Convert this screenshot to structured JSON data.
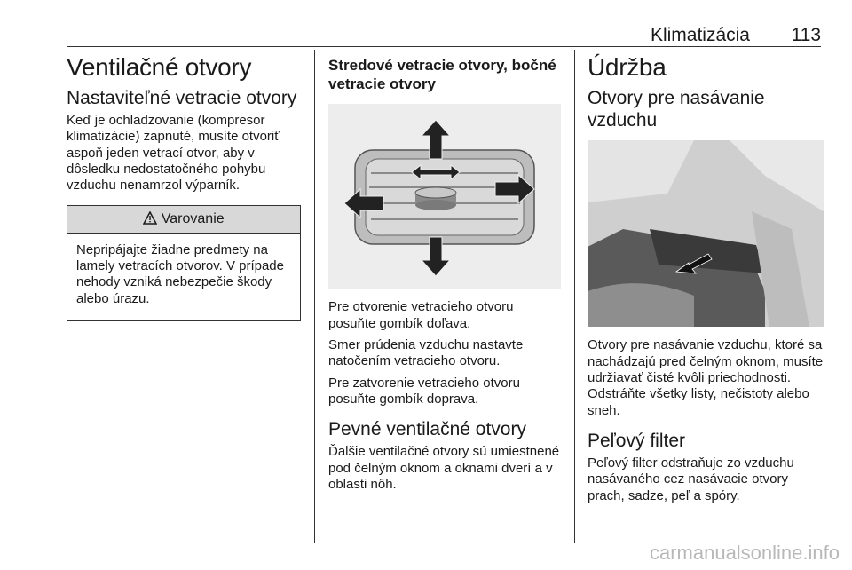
{
  "header": {
    "title": "Klimatizácia",
    "page_number": "113"
  },
  "col1": {
    "heading": "Ventilačné otvory",
    "subheading": "Nastaviteľné vetracie otvory",
    "intro": "Keď je ochladzovanie (kompresor klimatizácie) zapnuté, musíte otvoriť aspoň jeden vetrací otvor, aby v dôsledku nedostatočného pohybu vzduchu nenamrzol výparník.",
    "warning": {
      "icon": "warning-triangle-icon",
      "title": "Varovanie",
      "text": "Nepripájajte žiadne predmety na lamely vetracích otvorov. V prípade nehody vzniká nebezpečie škody alebo úrazu."
    }
  },
  "col2": {
    "heading": "Stredové vetracie otvory, bočné vetracie otvory",
    "p1": "Pre otvorenie vetracieho otvoru posuňte gombík doľava.",
    "p2": "Smer prúdenia vzduchu nastavte natočením vetracieho otvoru.",
    "p3": "Pre zatvorenie vetracieho otvoru posuňte gombík doprava.",
    "heading2": "Pevné ventilačné otvory",
    "p4": "Ďalšie ventilačné otvory sú umiestnené pod čelným oknom a oknami dverí a v oblasti nôh."
  },
  "col3": {
    "heading": "Údržba",
    "subheading": "Otvory pre nasávanie vzduchu",
    "p1": "Otvory pre nasávanie vzduchu, ktoré sa nachádzajú pred čelným oknom, musíte udržiavať čisté kvôli priechodnosti. Odstráňte všetky listy, nečistoty alebo sneh.",
    "heading2": "Peľový filter",
    "p2": "Peľový filter odstraňuje zo vzduchu nasávaného cez nasávacie otvory prach, sadze, peľ a spóry."
  },
  "watermark": "carmanualsonline.info"
}
